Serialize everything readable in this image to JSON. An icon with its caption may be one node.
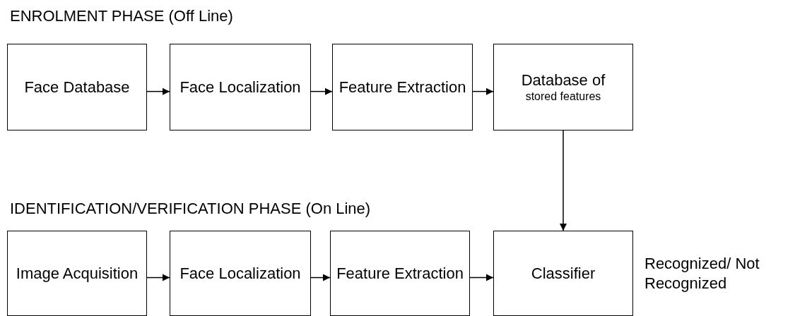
{
  "diagram": {
    "nodes": [
      {
        "text": [
          "Face Database"
        ]
      },
      {
        "text": [
          "Face Localization"
        ]
      },
      {
        "text": [
          "Feature Extraction"
        ]
      },
      {
        "text": [
          "Database of",
          "stored features"
        ]
      },
      {
        "text": [
          "Image Acquisition"
        ]
      },
      {
        "text": [
          "Face Localization"
        ]
      },
      {
        "text": [
          "Feature Extraction"
        ]
      },
      {
        "text": [
          "Classifier"
        ],
        "beside": [
          "Recognized/ Not Recognized"
        ]
      }
    ],
    "edges": [
      {
        "from": 0,
        "to": 1,
        "arrow": "to"
      },
      {
        "from": 1,
        "to": 2,
        "arrow": "to"
      },
      {
        "from": 2,
        "to": 3,
        "arrow": "to"
      },
      {
        "from": 3,
        "to": 7,
        "arrow": "to"
      },
      {
        "from": 4,
        "to": 5,
        "arrow": "to"
      },
      {
        "from": 5,
        "to": 6,
        "arrow": "to"
      },
      {
        "from": 6,
        "to": 7,
        "arrow": "to"
      }
    ],
    "labels": [
      "ENROLMENT PHASE (Off Line)",
      "IDENTIFICATION/VERIFICATION PHASE (On Line)"
    ]
  }
}
